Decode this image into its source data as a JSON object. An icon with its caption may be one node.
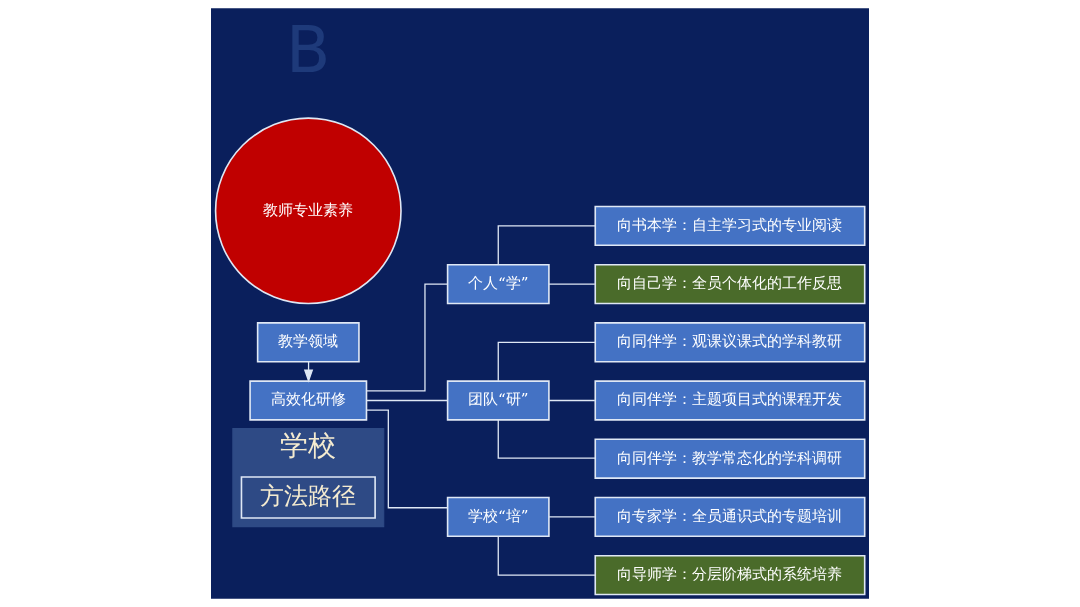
{
  "diagram": {
    "nodes": [
      {
        "text": [
          "学校"
        ]
      },
      {
        "text": [
          "方法路径"
        ],
        "in": 0
      },
      {
        "text": [
          "教学领域"
        ]
      },
      {
        "text": [
          "高效化研修"
        ]
      },
      {
        "text": [
          "个人“学”"
        ]
      },
      {
        "text": [
          "团队“研”"
        ]
      },
      {
        "text": [
          "学校“培”"
        ]
      },
      {
        "text": [
          "向书本学：自主学习式的专业阅读"
        ]
      },
      {
        "text": [
          "向自己学：全员个体化的工作反思"
        ]
      },
      {
        "text": [
          "向同伴学：观课议课式的学科教研"
        ]
      },
      {
        "text": [
          "向同伴学：主题项目式的课程开发"
        ]
      },
      {
        "text": [
          "向同伴学：教学常态化的学科调研"
        ]
      },
      {
        "text": [
          "向专家学：全员通识式的专题培训"
        ]
      },
      {
        "text": [
          "向导师学：分层阶梯式的系统培养"
        ]
      },
      {
        "text": [
          "教师专业素养"
        ]
      }
    ],
    "edges": [
      {
        "from": 2,
        "to": 3,
        "arrow": "to"
      },
      {
        "from": 3,
        "to": 4,
        "arrow": "none"
      },
      {
        "from": 3,
        "to": 5,
        "arrow": "none"
      },
      {
        "from": 3,
        "to": 6,
        "arrow": "none"
      },
      {
        "from": 4,
        "to": 7,
        "arrow": "none"
      },
      {
        "from": 4,
        "to": 8,
        "arrow": "none"
      },
      {
        "from": 5,
        "to": 9,
        "arrow": "none"
      },
      {
        "from": 5,
        "to": 10,
        "arrow": "none"
      },
      {
        "from": 5,
        "to": 11,
        "arrow": "none"
      },
      {
        "from": 6,
        "to": 12,
        "arrow": "none"
      },
      {
        "from": 6,
        "to": 13,
        "arrow": "none"
      }
    ],
    "labels": [
      "B"
    ]
  }
}
